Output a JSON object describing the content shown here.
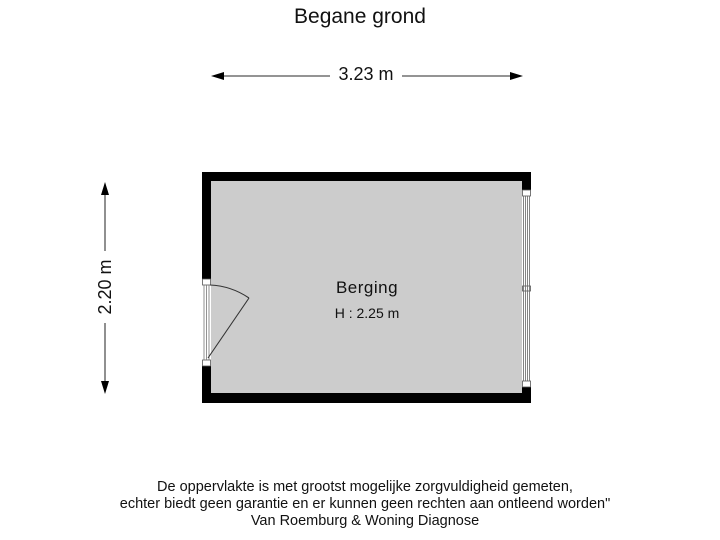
{
  "header": {
    "title": "Begane grond"
  },
  "dimensions": {
    "width": "3.23 m",
    "depth": "2.20 m"
  },
  "rooms": [
    {
      "name": "Berging",
      "height": "H : 2.25 m"
    }
  ],
  "colors": {
    "wall": "#000000",
    "floor": "#cccccc",
    "background": "#ffffff",
    "dimension_line": "#555555"
  },
  "footer": {
    "lines": [
      "De oppervlakte is met grootst mogelijke zorgvuldigheid gemeten,",
      "echter biedt geen garantie en er kunnen geen rechten aan ontleend worden\"",
      "Van Roemburg & Woning Diagnose"
    ]
  }
}
